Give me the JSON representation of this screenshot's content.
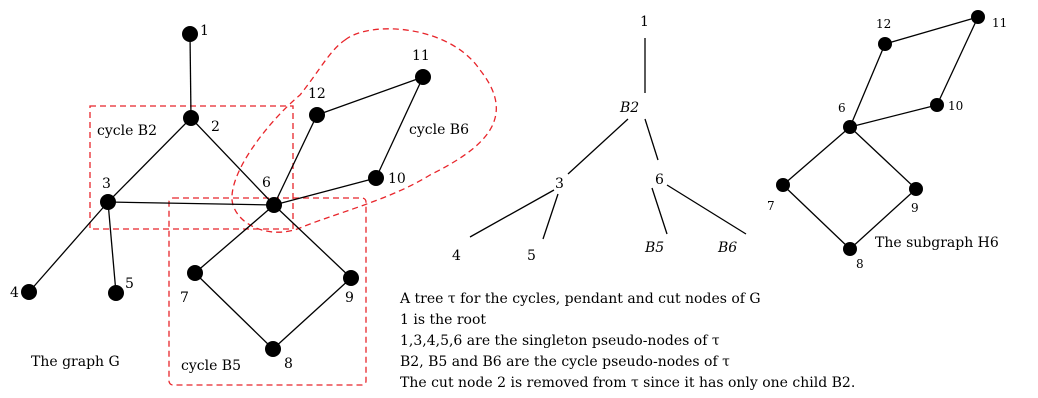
{
  "graph_G": {
    "caption": "The graph G",
    "nodes": [
      "1",
      "2",
      "3",
      "4",
      "5",
      "6",
      "7",
      "8",
      "9",
      "10",
      "11",
      "12"
    ],
    "edges": [
      [
        "1",
        "2"
      ],
      [
        "2",
        "3"
      ],
      [
        "2",
        "6"
      ],
      [
        "3",
        "6"
      ],
      [
        "3",
        "4"
      ],
      [
        "3",
        "5"
      ],
      [
        "6",
        "7"
      ],
      [
        "7",
        "8"
      ],
      [
        "8",
        "9"
      ],
      [
        "9",
        "6"
      ],
      [
        "6",
        "12"
      ],
      [
        "12",
        "11"
      ],
      [
        "11",
        "10"
      ],
      [
        "10",
        "6"
      ]
    ],
    "cycle_labels": {
      "b2": "cycle B2",
      "b5": "cycle B5",
      "b6": "cycle B6"
    },
    "colors": {
      "cycle_outline": "#e8252b",
      "node": "#000000"
    }
  },
  "tree_tau": {
    "labels": {
      "root": "1",
      "b2": "B2",
      "n3": "3",
      "n6": "6",
      "n4": "4",
      "n5": "5",
      "b5": "B5",
      "b6": "B6"
    }
  },
  "subgraph_H6": {
    "caption": "The subgraph H6",
    "nodes": [
      "6",
      "7",
      "8",
      "9",
      "10",
      "11",
      "12"
    ]
  },
  "description": [
    "A tree τ for the cycles, pendant and cut nodes of G",
    "1 is the root",
    "1,3,4,5,6 are the singleton pseudo-nodes of τ",
    "B2, B5 and B6 are the cycle pseudo-nodes of τ",
    "The cut node 2 is removed from τ since it has only one child B2."
  ]
}
